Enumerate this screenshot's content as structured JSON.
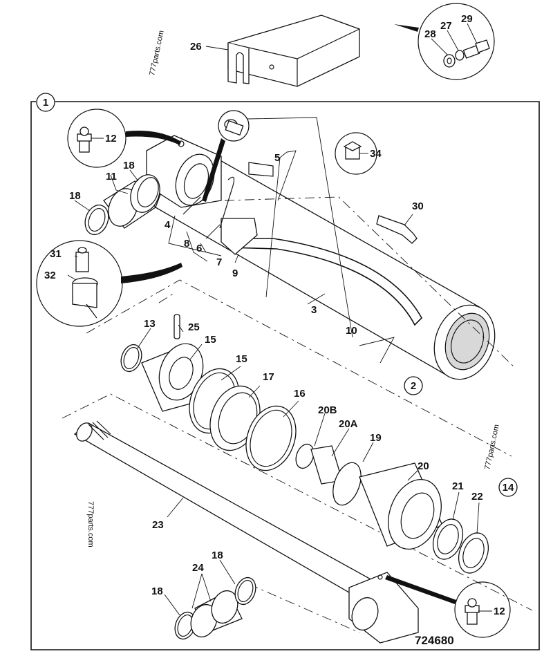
{
  "diagram": {
    "drawing_number": "724680",
    "watermark": "777parts.com",
    "callouts": [
      {
        "id": "c1",
        "label": "1"
      },
      {
        "id": "c2",
        "label": "2"
      },
      {
        "id": "c3",
        "label": "3"
      },
      {
        "id": "c4",
        "label": "4"
      },
      {
        "id": "c5",
        "label": "5"
      },
      {
        "id": "c6",
        "label": "6"
      },
      {
        "id": "c7",
        "label": "7"
      },
      {
        "id": "c8",
        "label": "8"
      },
      {
        "id": "c9",
        "label": "9"
      },
      {
        "id": "c10",
        "label": "10"
      },
      {
        "id": "c11",
        "label": "11"
      },
      {
        "id": "c12a",
        "label": "12"
      },
      {
        "id": "c12b",
        "label": "12"
      },
      {
        "id": "c13",
        "label": "13"
      },
      {
        "id": "c14",
        "label": "14"
      },
      {
        "id": "c15a",
        "label": "15"
      },
      {
        "id": "c15b",
        "label": "15"
      },
      {
        "id": "c16",
        "label": "16"
      },
      {
        "id": "c17",
        "label": "17"
      },
      {
        "id": "c18a",
        "label": "18"
      },
      {
        "id": "c18b",
        "label": "18"
      },
      {
        "id": "c18c",
        "label": "18"
      },
      {
        "id": "c18d",
        "label": "18"
      },
      {
        "id": "c19",
        "label": "19"
      },
      {
        "id": "c20",
        "label": "20"
      },
      {
        "id": "c20a",
        "label": "20A"
      },
      {
        "id": "c20b",
        "label": "20B"
      },
      {
        "id": "c21",
        "label": "21"
      },
      {
        "id": "c22",
        "label": "22"
      },
      {
        "id": "c23",
        "label": "23"
      },
      {
        "id": "c24",
        "label": "24"
      },
      {
        "id": "c25",
        "label": "25"
      },
      {
        "id": "c26",
        "label": "26"
      },
      {
        "id": "c27",
        "label": "27"
      },
      {
        "id": "c28",
        "label": "28"
      },
      {
        "id": "c29",
        "label": "29"
      },
      {
        "id": "c30",
        "label": "30"
      },
      {
        "id": "c31",
        "label": "31"
      },
      {
        "id": "c32",
        "label": "32"
      },
      {
        "id": "c34",
        "label": "34"
      }
    ]
  }
}
